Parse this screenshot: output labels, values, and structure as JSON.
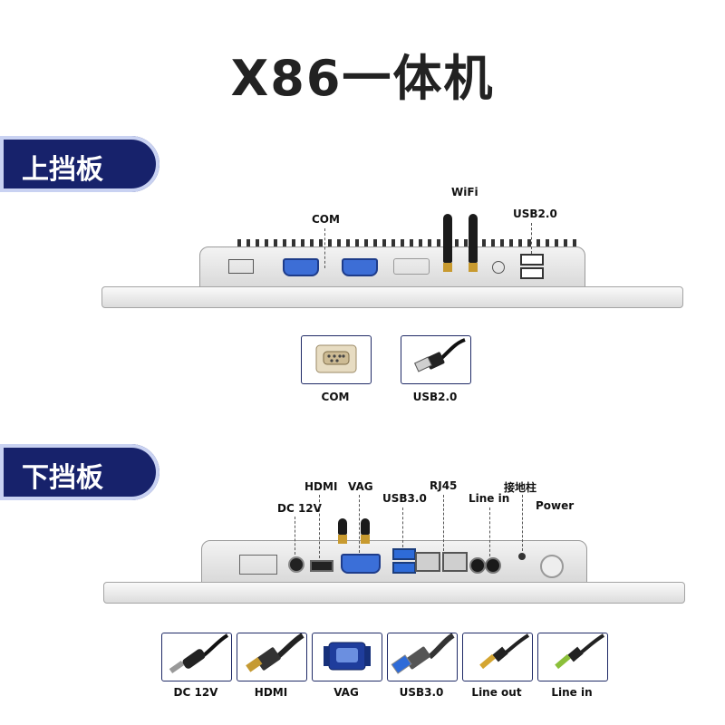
{
  "title": "X86一体机",
  "top_section": {
    "heading": "上挡板",
    "callouts": [
      "COM",
      "WiFi",
      "USB2.0"
    ],
    "legend": [
      {
        "icon": "serial-connector-icon",
        "label": "COM"
      },
      {
        "icon": "usb-plug-icon",
        "label": "USB2.0"
      }
    ]
  },
  "bottom_section": {
    "heading": "下挡板",
    "callouts": [
      "DC 12V",
      "HDMI",
      "VAG",
      "USB3.0",
      "RJ45",
      "Line in",
      "接地柱",
      "Power"
    ],
    "legend": [
      {
        "icon": "dc-plug-icon",
        "label": "DC 12V"
      },
      {
        "icon": "hdmi-cable-icon",
        "label": "HDMI"
      },
      {
        "icon": "vga-cable-icon",
        "label": "VAG"
      },
      {
        "icon": "usb3-plug-icon",
        "label": "USB3.0"
      },
      {
        "icon": "audio-plug-icon",
        "label": "Line out"
      },
      {
        "icon": "audio-plug-icon",
        "label": "Line in"
      }
    ]
  },
  "colors": {
    "badge": "#17226b",
    "accent": "#2e6bd8"
  }
}
